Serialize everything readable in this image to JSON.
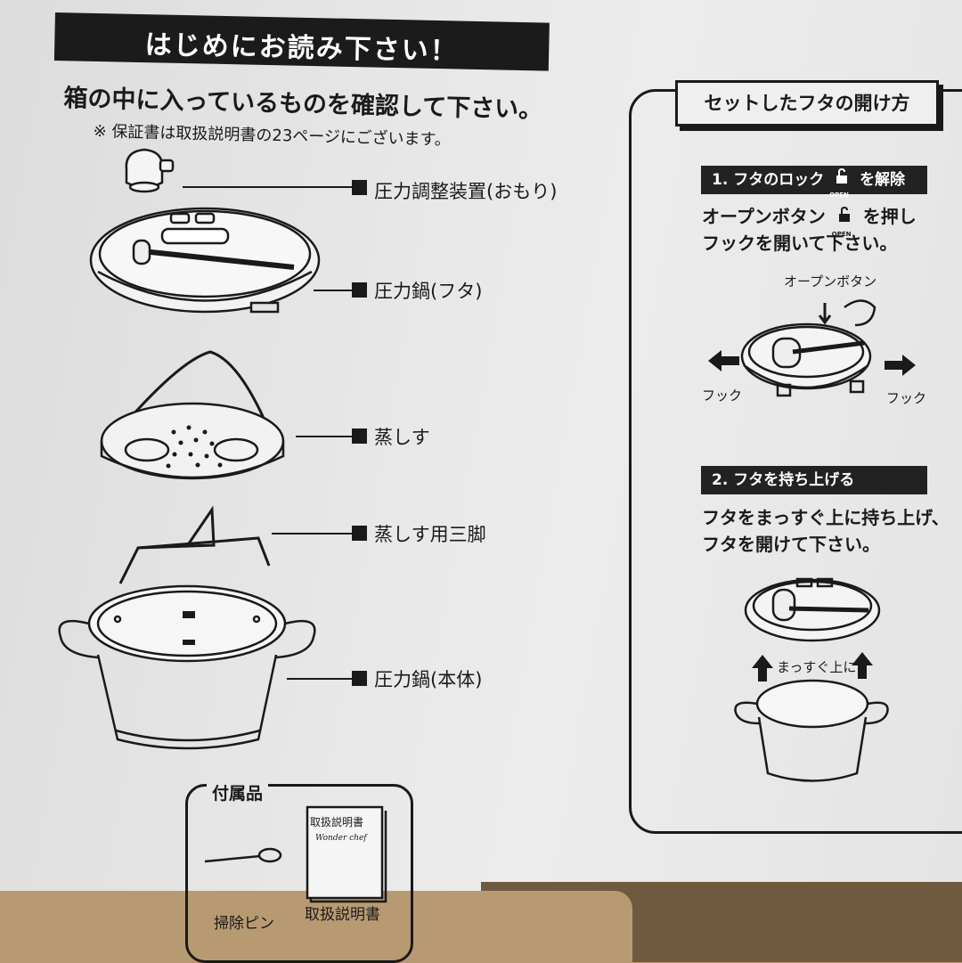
{
  "header": {
    "title": "はじめにお読み下さい！"
  },
  "intro": {
    "check_text": "箱の中に入っているものを確認して下さい。",
    "warranty_note": "※ 保証書は取扱説明書の23ページにございます。"
  },
  "contents": [
    {
      "label": "圧力調整装置(おもり)"
    },
    {
      "label": "圧力鍋(フタ)"
    },
    {
      "label": "蒸しす"
    },
    {
      "label": "蒸しす用三脚"
    },
    {
      "label": "圧力鍋(本体)"
    }
  ],
  "accessories": {
    "title": "付属品",
    "manual_cover_title": "取扱説明書",
    "manual_cover_brand": "Wonder chef",
    "pin_label": "掃除ピン",
    "manual_label": "取扱説明書"
  },
  "lid_panel": {
    "title": "セットしたフタの開け方",
    "step1": {
      "heading_prefix": "1. フタのロック",
      "heading_suffix": "を解除",
      "open_text": "OPEN",
      "body_line1_prefix": "オープンボタン",
      "body_line1_suffix": "を押し",
      "body_line2": "フックを開いて下さい。",
      "callout": "オープンボタン",
      "hook_left": "フック",
      "hook_right": "フック"
    },
    "step2": {
      "heading": "2. フタを持ち上げる",
      "body_line1": "フタをまっすぐ上に持ち上げ、",
      "body_line2": "フタを開けて下さい。",
      "arrow_label": "まっすぐ上に"
    }
  }
}
